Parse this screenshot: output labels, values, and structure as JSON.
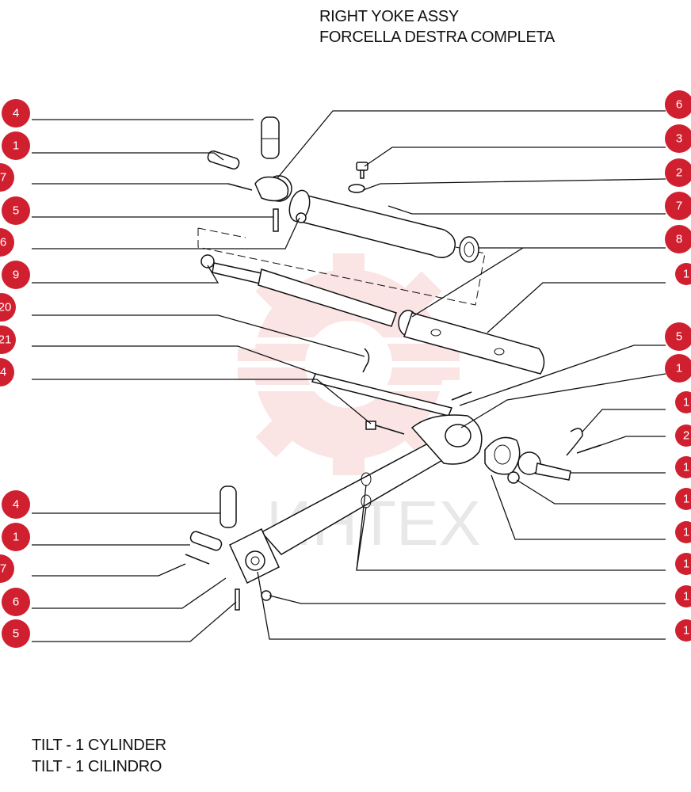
{
  "header": {
    "title_en": "RIGHT YOKE ASSY",
    "title_it": "FORCELLA DESTRA COMPLETA"
  },
  "footer": {
    "title_en": "TILT - 1 CYLINDER",
    "title_it": "TILT - 1 CILINDRO"
  },
  "watermark": {
    "text": "ИНТЕХ"
  },
  "colors": {
    "callout": "#d0202f",
    "watermark": "#f4c4c4"
  },
  "callouts_left": [
    {
      "id": "l1",
      "label": "4"
    },
    {
      "id": "l2",
      "label": "1"
    },
    {
      "id": "l3",
      "label": "7"
    },
    {
      "id": "l4",
      "label": "5"
    },
    {
      "id": "l5",
      "label": "6"
    },
    {
      "id": "l6",
      "label": "9"
    },
    {
      "id": "l7",
      "label": "20"
    },
    {
      "id": "l8",
      "label": "21"
    },
    {
      "id": "l9",
      "label": "4"
    },
    {
      "id": "l10",
      "label": "4"
    },
    {
      "id": "l11",
      "label": "1"
    },
    {
      "id": "l12",
      "label": "7"
    },
    {
      "id": "l13",
      "label": "6"
    },
    {
      "id": "l14",
      "label": "5"
    }
  ],
  "callouts_right": [
    {
      "id": "r1",
      "label": "6"
    },
    {
      "id": "r2",
      "label": "3"
    },
    {
      "id": "r3",
      "label": "2"
    },
    {
      "id": "r4",
      "label": "7"
    },
    {
      "id": "r5",
      "label": "8"
    },
    {
      "id": "r6",
      "label": "1"
    },
    {
      "id": "r7",
      "label": "5"
    },
    {
      "id": "r8",
      "label": "1"
    },
    {
      "id": "r9",
      "label": "1"
    },
    {
      "id": "r10",
      "label": "2"
    },
    {
      "id": "r11",
      "label": "1"
    },
    {
      "id": "r12",
      "label": "1"
    },
    {
      "id": "r13",
      "label": "1"
    },
    {
      "id": "r14",
      "label": "1"
    },
    {
      "id": "r15",
      "label": "1"
    },
    {
      "id": "r16",
      "label": "1"
    }
  ]
}
